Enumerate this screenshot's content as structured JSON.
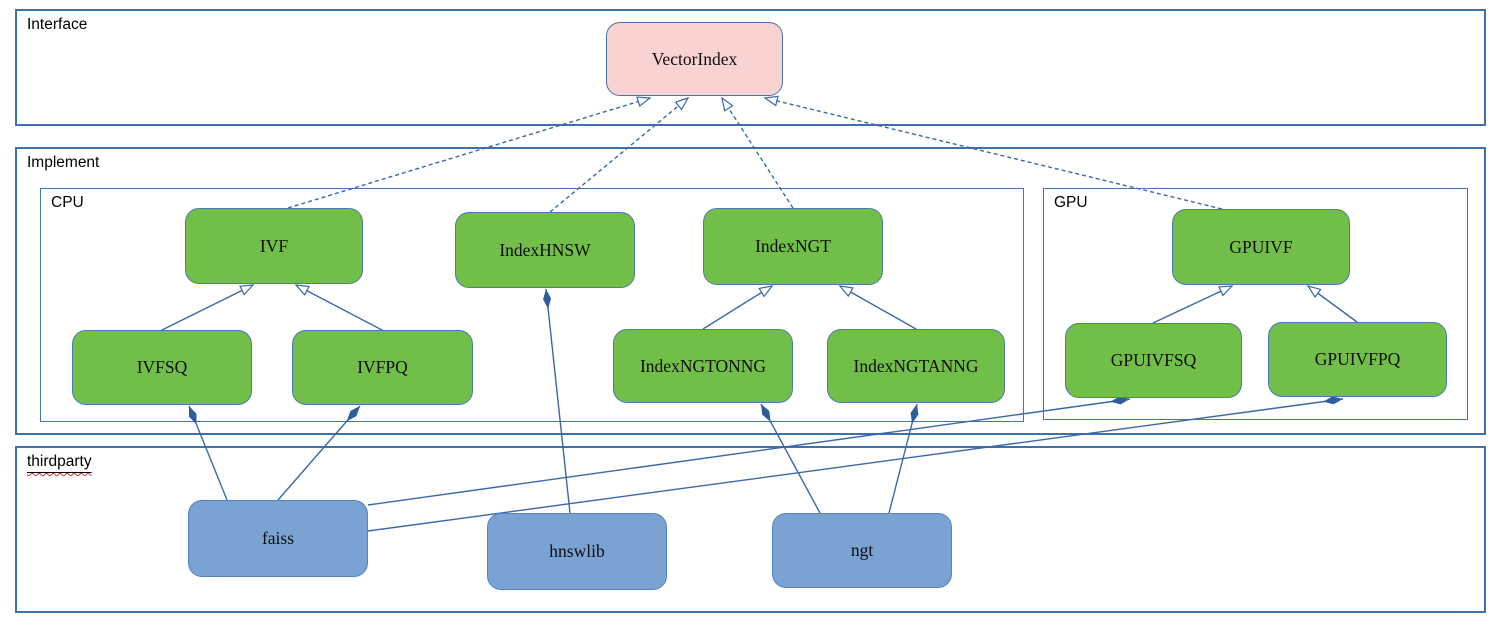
{
  "diagram": {
    "containers": {
      "interface": {
        "label": "Interface"
      },
      "implement": {
        "label": "Implement"
      },
      "cpu": {
        "label": "CPU"
      },
      "gpu": {
        "label": "GPU"
      },
      "thirdparty": {
        "label": "thirdparty"
      }
    },
    "nodes": {
      "vectorindex": {
        "label": "VectorIndex",
        "group": "interface",
        "fill": "#f9d3d1"
      },
      "ivf": {
        "label": "IVF",
        "group": "cpu",
        "fill": "#71be48"
      },
      "indexhnsw": {
        "label": "IndexHNSW",
        "group": "cpu",
        "fill": "#71be48"
      },
      "indexngt": {
        "label": "IndexNGT",
        "group": "cpu",
        "fill": "#71be48"
      },
      "ivfsq": {
        "label": "IVFSQ",
        "group": "cpu",
        "fill": "#71be48"
      },
      "ivfpq": {
        "label": "IVFPQ",
        "group": "cpu",
        "fill": "#71be48"
      },
      "indexngtonng": {
        "label": "IndexNGTONNG",
        "group": "cpu",
        "fill": "#71be48"
      },
      "indexngtanng": {
        "label": "IndexNGTANNG",
        "group": "cpu",
        "fill": "#71be48"
      },
      "gpuivf": {
        "label": "GPUIVF",
        "group": "gpu",
        "fill": "#71be48"
      },
      "gpuivfsq": {
        "label": "GPUIVFSQ",
        "group": "gpu",
        "fill": "#71be48"
      },
      "gpuivfpq": {
        "label": "GPUIVFPQ",
        "group": "gpu",
        "fill": "#71be48"
      },
      "faiss": {
        "label": "faiss",
        "group": "thirdparty",
        "fill": "#7aa3d4"
      },
      "hnswlib": {
        "label": "hnswlib",
        "group": "thirdparty",
        "fill": "#7aa3d4"
      },
      "ngt": {
        "label": "ngt",
        "group": "thirdparty",
        "fill": "#7aa3d4"
      }
    },
    "edges": [
      {
        "from": "ivf",
        "to": "vectorindex",
        "kind": "realization (dashed, hollow arrow)"
      },
      {
        "from": "indexhnsw",
        "to": "vectorindex",
        "kind": "realization (dashed, hollow arrow)"
      },
      {
        "from": "indexngt",
        "to": "vectorindex",
        "kind": "realization (dashed, hollow arrow)"
      },
      {
        "from": "gpuivf",
        "to": "vectorindex",
        "kind": "realization (dashed, hollow arrow)"
      },
      {
        "from": "ivfsq",
        "to": "ivf",
        "kind": "generalization (hollow arrow)"
      },
      {
        "from": "ivfpq",
        "to": "ivf",
        "kind": "generalization (hollow arrow)"
      },
      {
        "from": "indexngtonng",
        "to": "indexngt",
        "kind": "generalization (hollow arrow)"
      },
      {
        "from": "indexngtanng",
        "to": "indexngt",
        "kind": "generalization (hollow arrow)"
      },
      {
        "from": "gpuivfsq",
        "to": "gpuivf",
        "kind": "generalization (hollow arrow)"
      },
      {
        "from": "gpuivfpq",
        "to": "gpuivf",
        "kind": "generalization (hollow arrow)"
      },
      {
        "from": "faiss",
        "to": "ivfsq",
        "kind": "composition (filled diamond)"
      },
      {
        "from": "faiss",
        "to": "ivfpq",
        "kind": "composition (filled diamond)"
      },
      {
        "from": "faiss",
        "to": "gpuivfsq",
        "kind": "composition (filled diamond)"
      },
      {
        "from": "faiss",
        "to": "gpuivfpq",
        "kind": "composition (filled diamond)"
      },
      {
        "from": "hnswlib",
        "to": "indexhnsw",
        "kind": "composition (filled diamond)"
      },
      {
        "from": "ngt",
        "to": "indexngtonng",
        "kind": "composition (filled diamond)"
      },
      {
        "from": "ngt",
        "to": "indexngtanng",
        "kind": "composition (filled diamond)"
      }
    ],
    "colors": {
      "connector": "#3a67a8",
      "container_border": "#3f6fad",
      "green_fill": "#71be48",
      "pink_fill": "#f9d3d1",
      "blue_fill": "#7aa3d4",
      "node_border": "#4d7ab0",
      "diamond_fill": "#2e5d9e",
      "spellcheck_wave": "#d03030"
    }
  }
}
